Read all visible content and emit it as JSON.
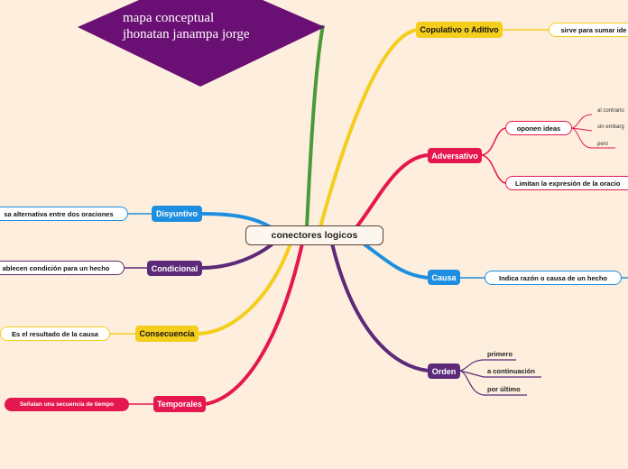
{
  "title_shape": {
    "line1": "mapa conceptual",
    "line2": "jhonatan janampa jorge",
    "color": "#6a0f73"
  },
  "center": {
    "label": "conectores logicos"
  },
  "colors": {
    "yellow": "#f5cd1d",
    "red": "#e5174f",
    "blue": "#1e8fe0",
    "purple": "#5c2a78",
    "green": "#4a9a3a",
    "background": "#fdeedd"
  },
  "right": {
    "copulativo": {
      "label": "Copulativo o Aditivo",
      "desc": "sirve para sumar ide"
    },
    "adversativo": {
      "label": "Adversativo",
      "oponen": "oponen ideas",
      "examples": [
        "al contrario",
        "sin embarg",
        "pero"
      ],
      "limitan": "Limitan la expresión de la oracio"
    },
    "causa": {
      "label": "Causa",
      "desc": "Indica razón o causa de un hecho"
    },
    "orden": {
      "label": "Orden",
      "items": [
        "primero",
        "a continuación",
        "por último"
      ]
    }
  },
  "left": {
    "disyuntivo": {
      "label": "Disyuntivo",
      "desc": "sa alternativa entre dos oraciones"
    },
    "condicional": {
      "label": "Condicional",
      "desc": "ablecen condición para un hecho"
    },
    "consecuencia": {
      "label": "Consecuencia",
      "desc": "Es el resultado de la causa"
    },
    "temporales": {
      "label": "Temporales",
      "desc": "Señalan una  secuencia de tiempo"
    }
  }
}
